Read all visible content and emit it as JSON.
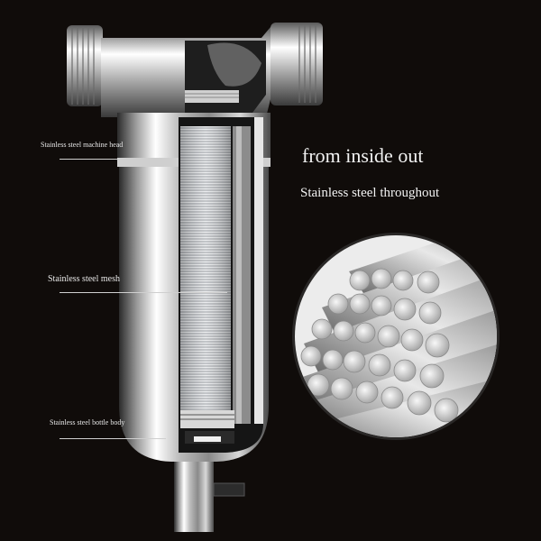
{
  "labels": {
    "machine_head": "Stainless steel machine head",
    "mesh": "Stainless steel mesh",
    "bottle_body": "Stainless steel bottle body"
  },
  "headline": "from inside out",
  "subheadline": "Stainless steel throughout",
  "colors": {
    "background": "#100c0a",
    "text": "#f2f2f2",
    "steel_light": "#f4f4f4",
    "steel_dark": "#3a3a3a"
  },
  "illustration": {
    "product": "stainless-steel-water-filter-cutaway",
    "detail_inset": "stainless-steel-rods-bundle"
  }
}
